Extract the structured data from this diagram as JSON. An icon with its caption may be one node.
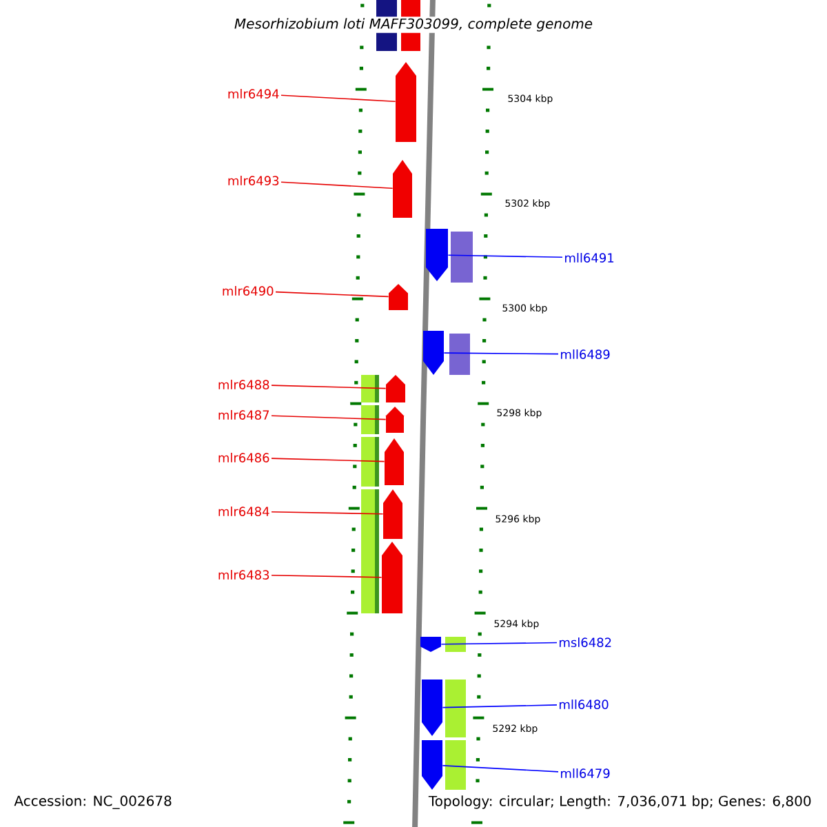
{
  "diagram": {
    "title": "Mesorhizobium loti MAFF303099, complete genome",
    "nodes": [
      {
        "text": [
          "mlr6494"
        ]
      },
      {
        "text": [
          "mlr6493"
        ]
      },
      {
        "text": [
          "mlr6490"
        ]
      },
      {
        "text": [
          "mlr6488"
        ]
      },
      {
        "text": [
          "mlr6487"
        ]
      },
      {
        "text": [
          "mlr6486"
        ]
      },
      {
        "text": [
          "mlr6484"
        ]
      },
      {
        "text": [
          "mlr6483"
        ]
      },
      {
        "text": [
          "mll6491"
        ]
      },
      {
        "text": [
          "mll6489"
        ]
      },
      {
        "text": [
          "msl6482"
        ]
      },
      {
        "text": [
          "mll6480"
        ]
      },
      {
        "text": [
          "mll6479"
        ]
      },
      {
        "text": [],
        "shape": "arrow"
      },
      {
        "text": [],
        "shape": "arrow"
      },
      {
        "text": [],
        "shape": "arrow"
      },
      {
        "text": [],
        "shape": "arrow"
      },
      {
        "text": [],
        "shape": "arrow"
      },
      {
        "text": [],
        "shape": "arrow"
      },
      {
        "text": [],
        "shape": "arrow"
      },
      {
        "text": [],
        "shape": "arrow"
      },
      {
        "text": [],
        "shape": "arrow"
      },
      {
        "text": [],
        "shape": "arrow"
      },
      {
        "text": [],
        "shape": "arrow"
      },
      {
        "text": [],
        "shape": "arrow"
      },
      {
        "text": [],
        "shape": "arrow"
      }
    ],
    "edges": [
      {
        "from": 0,
        "to": 13,
        "arrow": "none"
      },
      {
        "from": 1,
        "to": 14,
        "arrow": "none"
      },
      {
        "from": 2,
        "to": 15,
        "arrow": "none"
      },
      {
        "from": 3,
        "to": 16,
        "arrow": "none"
      },
      {
        "from": 4,
        "to": 17,
        "arrow": "none"
      },
      {
        "from": 5,
        "to": 18,
        "arrow": "none"
      },
      {
        "from": 6,
        "to": 19,
        "arrow": "none"
      },
      {
        "from": 7,
        "to": 20,
        "arrow": "none"
      },
      {
        "from": 8,
        "to": 21,
        "arrow": "none",
        "color": "#0000ff"
      },
      {
        "from": 9,
        "to": 22,
        "arrow": "none",
        "color": "#0000ff"
      },
      {
        "from": 10,
        "to": 23,
        "arrow": "none",
        "color": "#0000ff"
      },
      {
        "from": 11,
        "to": 24,
        "arrow": "none",
        "color": "#0000ff"
      },
      {
        "from": 12,
        "to": 25,
        "arrow": "none",
        "color": "#0000ff"
      }
    ],
    "labels": [
      "5304 kbp",
      "5302 kbp",
      "5300 kbp",
      "5298 kbp",
      "5296 kbp",
      "5294 kbp",
      "5292 kbp",
      "Accession: NC_002678",
      "Topology: circular; Length: 7,036,071 bp; Genes: 6,800"
    ]
  }
}
